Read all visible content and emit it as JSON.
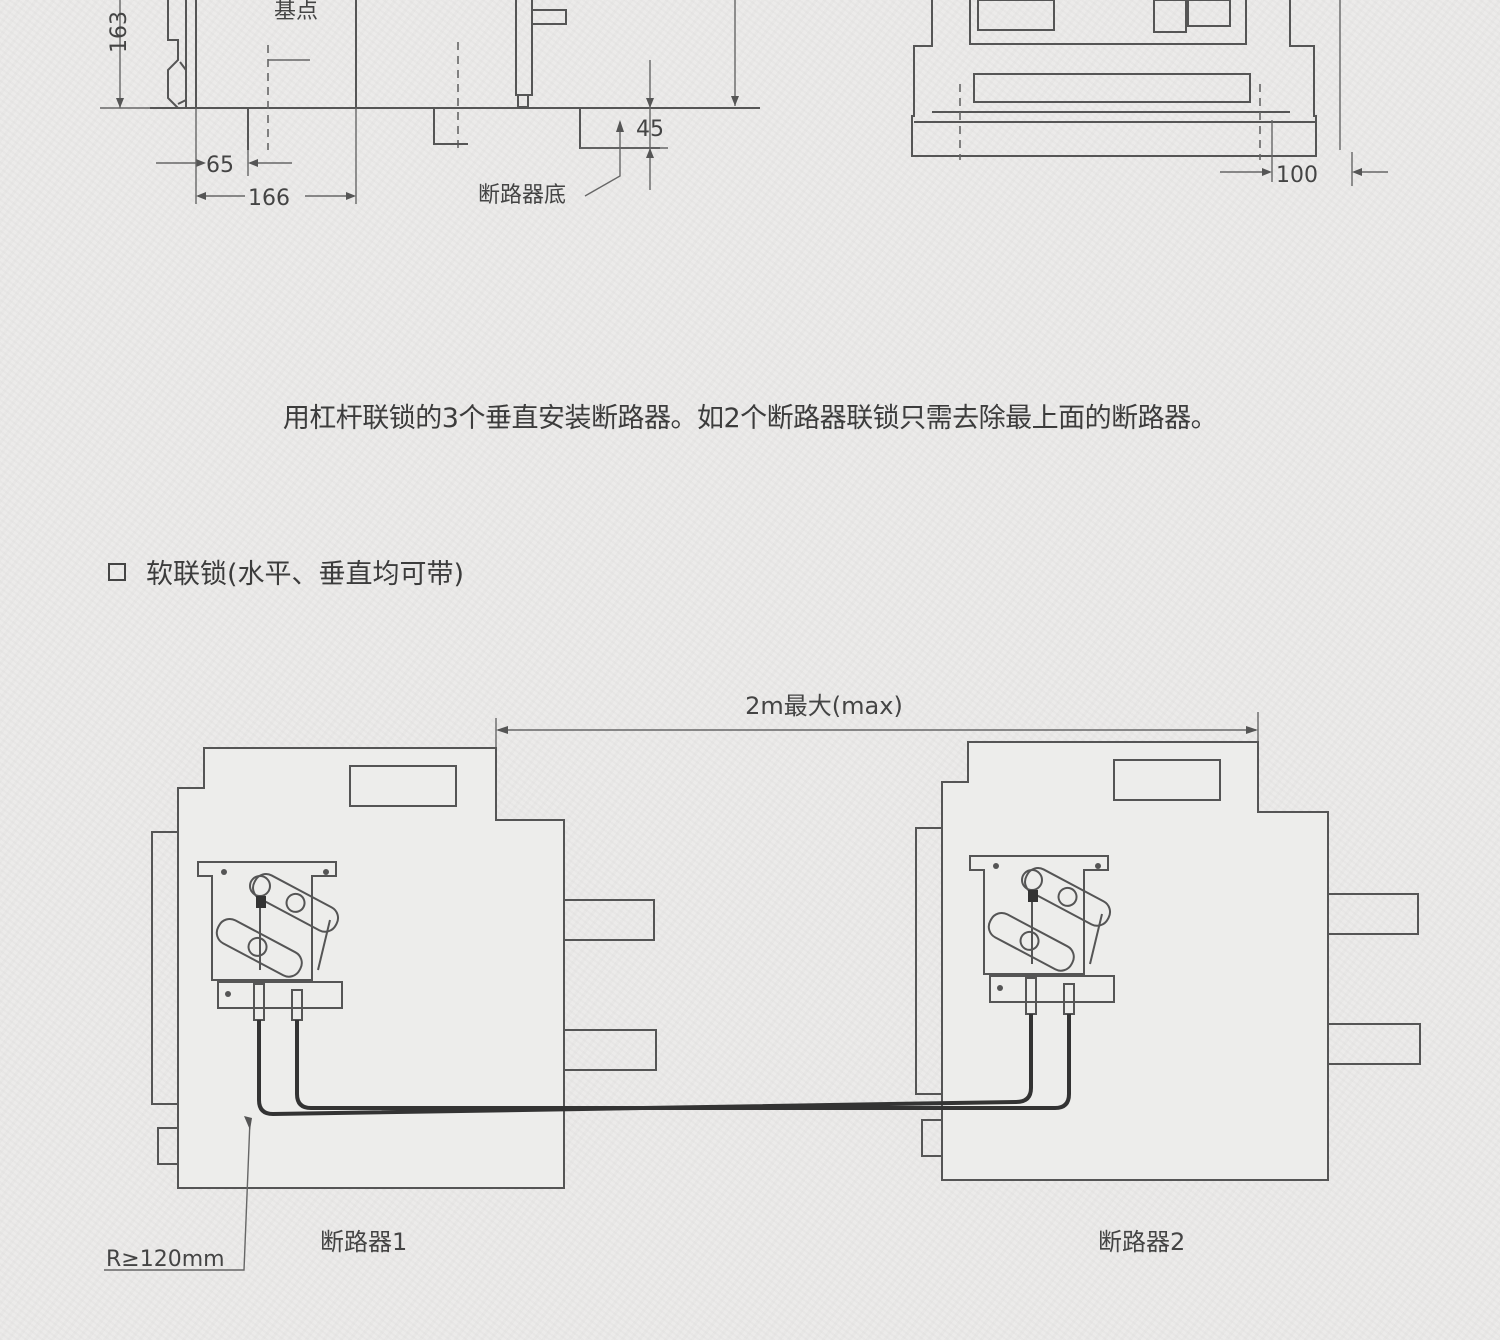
{
  "top_diagram": {
    "labels": {
      "datum": "基点",
      "breaker_bottom": "断路器底"
    },
    "dimensions": {
      "d163": "163",
      "d65": "65",
      "d166": "166",
      "d45": "45",
      "d100": "100"
    }
  },
  "caption": "用杠杆联锁的3个垂直安装断路器。如2个断路器联锁只需去除最上面的断路器。",
  "section": {
    "title": "软联锁(水平、垂直均可带)"
  },
  "bottom_diagram": {
    "distance_label": "2m最大(max)",
    "radius_label": "R≥120mm",
    "breaker1_label": "断路器1",
    "breaker2_label": "断路器2"
  },
  "colors": {
    "background": "#ecebea",
    "line": "#555555",
    "text": "#3c3c3c"
  }
}
